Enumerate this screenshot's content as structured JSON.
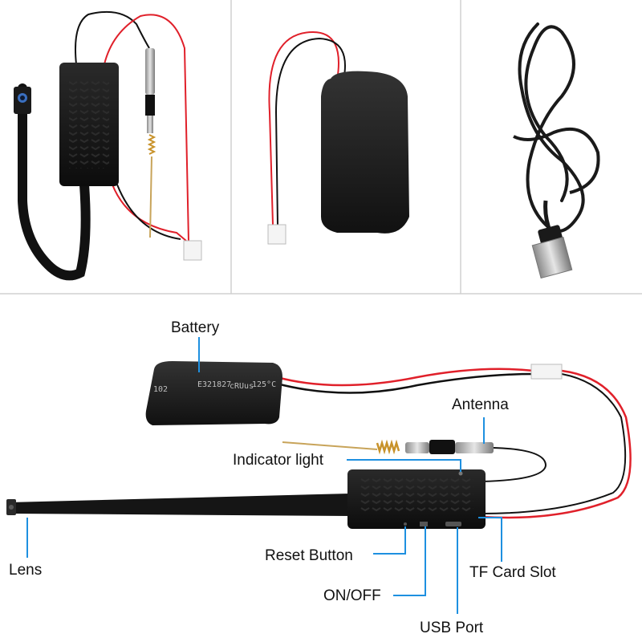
{
  "labels": {
    "battery": "Battery",
    "antenna": "Antenna",
    "indicator": "Indicator light",
    "lens": "Lens",
    "reset": "Reset Button",
    "tfcard": "TF Card Slot",
    "onoff": "ON/OFF",
    "usb": "USB Port"
  },
  "battery_print": {
    "code": "102",
    "cert": "E321827",
    "ul": "cRUus",
    "temp": "125°C"
  },
  "colors": {
    "callout_line": "#1e90e0",
    "wire_red": "#e0202a",
    "wire_black": "#111111",
    "module": "#141414",
    "panel_divider": "#d0d0d0"
  }
}
